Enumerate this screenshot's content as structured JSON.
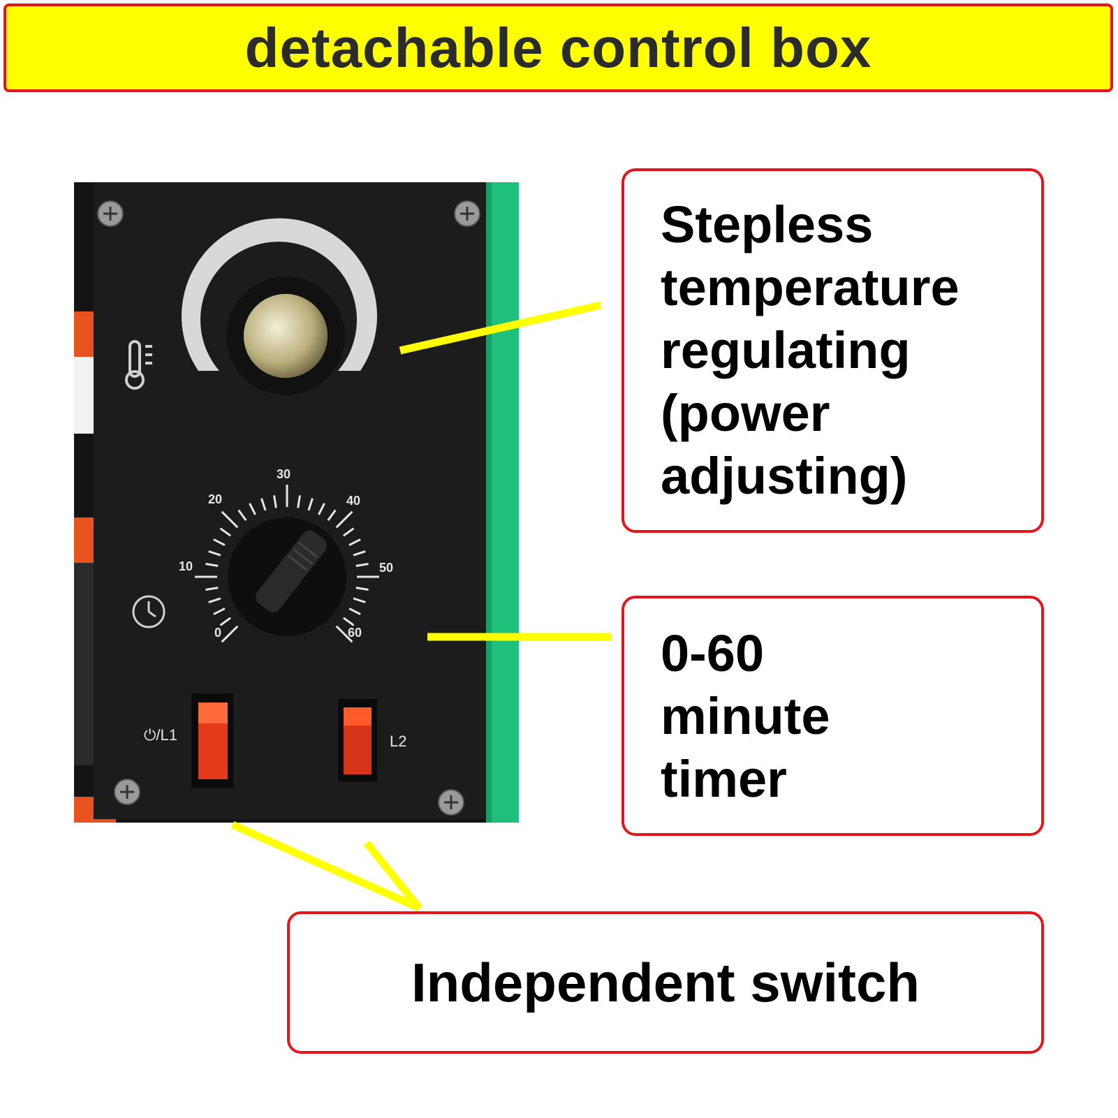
{
  "title": "detachable control box",
  "callouts": {
    "temperature": {
      "lines": [
        "Stepless",
        "temperature",
        "regulating",
        "(power",
        "adjusting)"
      ]
    },
    "timer": {
      "lines": [
        "0-60",
        "minute",
        "timer"
      ]
    },
    "switch": {
      "text": "Independent switch"
    }
  },
  "panel": {
    "timer_dial": {
      "labels": [
        "0",
        "10",
        "20",
        "30",
        "40",
        "50",
        "60"
      ]
    },
    "switch_labels": {
      "left": "⏻/L1",
      "right": "L2"
    }
  },
  "colors": {
    "banner": "#ffff00",
    "border": "#e8141c",
    "pointer": "#ffff00",
    "panel": "#1c1c1c",
    "green_strip": "#1fc07c",
    "rocker": "#e23a1a"
  }
}
